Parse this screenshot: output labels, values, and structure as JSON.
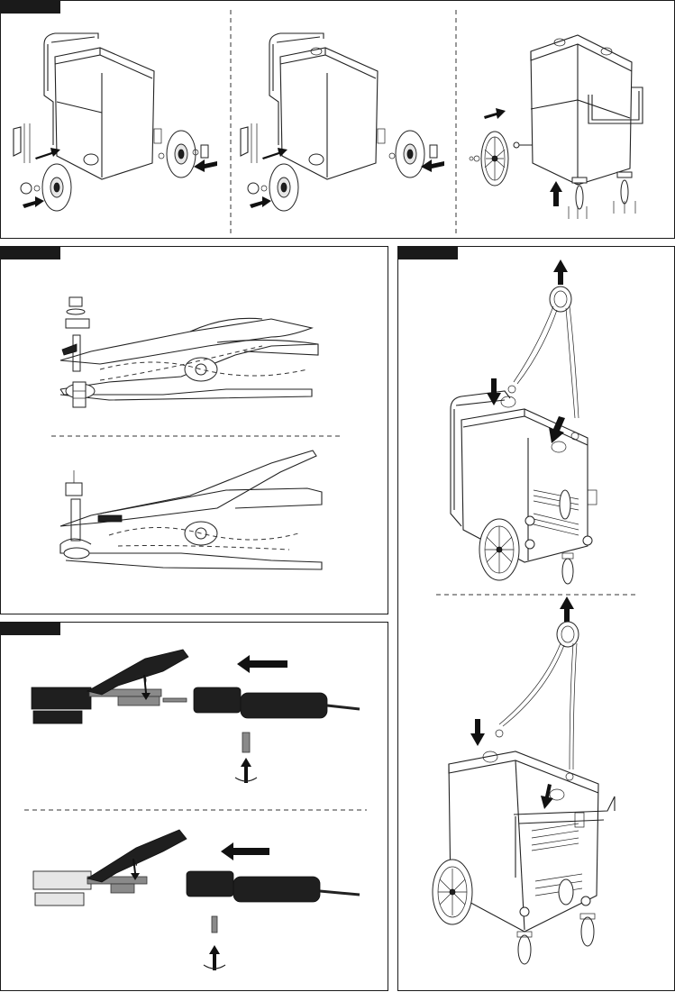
{
  "figures": [
    {
      "id": "wheel-assembly",
      "tab_label": ""
    },
    {
      "id": "ground-clamp-assembly",
      "tab_label": ""
    },
    {
      "id": "lifting",
      "tab_label": ""
    },
    {
      "id": "electrode-holder-assembly",
      "tab_label": ""
    }
  ],
  "colors": {
    "ink": "#1a1a1a",
    "paper": "#ffffff",
    "arrow": "#111111"
  },
  "icons": [
    "arrow-right-icon",
    "arrow-left-icon",
    "arrow-up-icon",
    "arrow-down-icon",
    "rotate-icon"
  ]
}
